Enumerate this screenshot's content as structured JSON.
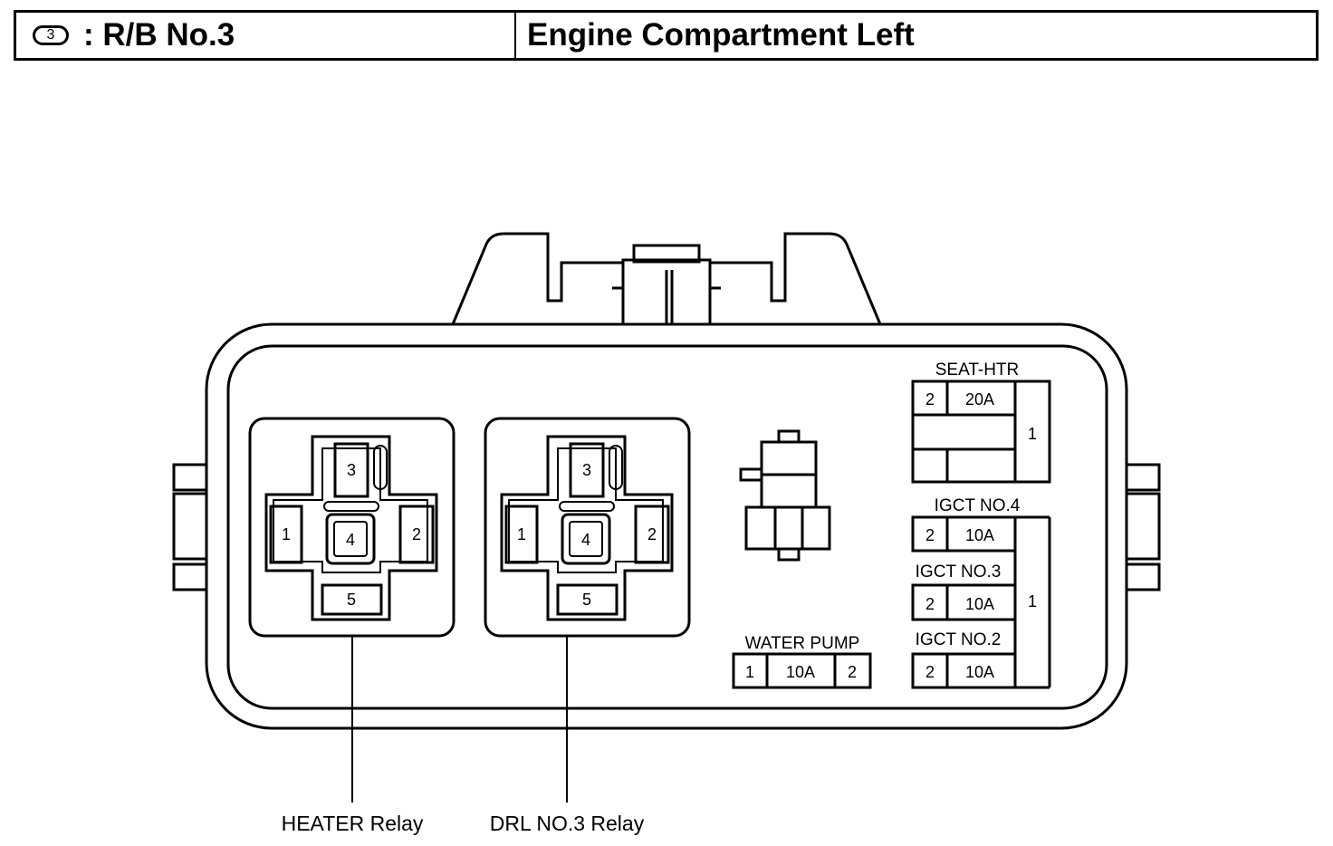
{
  "header": {
    "badge_number": "3",
    "block_title": ": R/B No.3",
    "location": "Engine Compartment Left"
  },
  "relays": [
    {
      "name": "HEATER Relay",
      "terminals": [
        "1",
        "2",
        "3",
        "4",
        "5"
      ]
    },
    {
      "name": "DRL NO.3 Relay",
      "terminals": [
        "1",
        "2",
        "3",
        "4",
        "5"
      ]
    }
  ],
  "fuses": {
    "water_pump": {
      "label": "WATER PUMP",
      "pin_left": "1",
      "rating": "10A",
      "pin_right": "2"
    },
    "seat_htr": {
      "label": "SEAT-HTR",
      "pin": "2",
      "rating": "20A",
      "common_pin": "1"
    },
    "igct_no4": {
      "label": "IGCT NO.4",
      "pin": "2",
      "rating": "10A"
    },
    "igct_no3": {
      "label": "IGCT NO.3",
      "pin": "2",
      "rating": "10A"
    },
    "igct_no2": {
      "label": "IGCT NO.2",
      "pin": "2",
      "rating": "10A"
    },
    "igct_common_pin": "1"
  }
}
